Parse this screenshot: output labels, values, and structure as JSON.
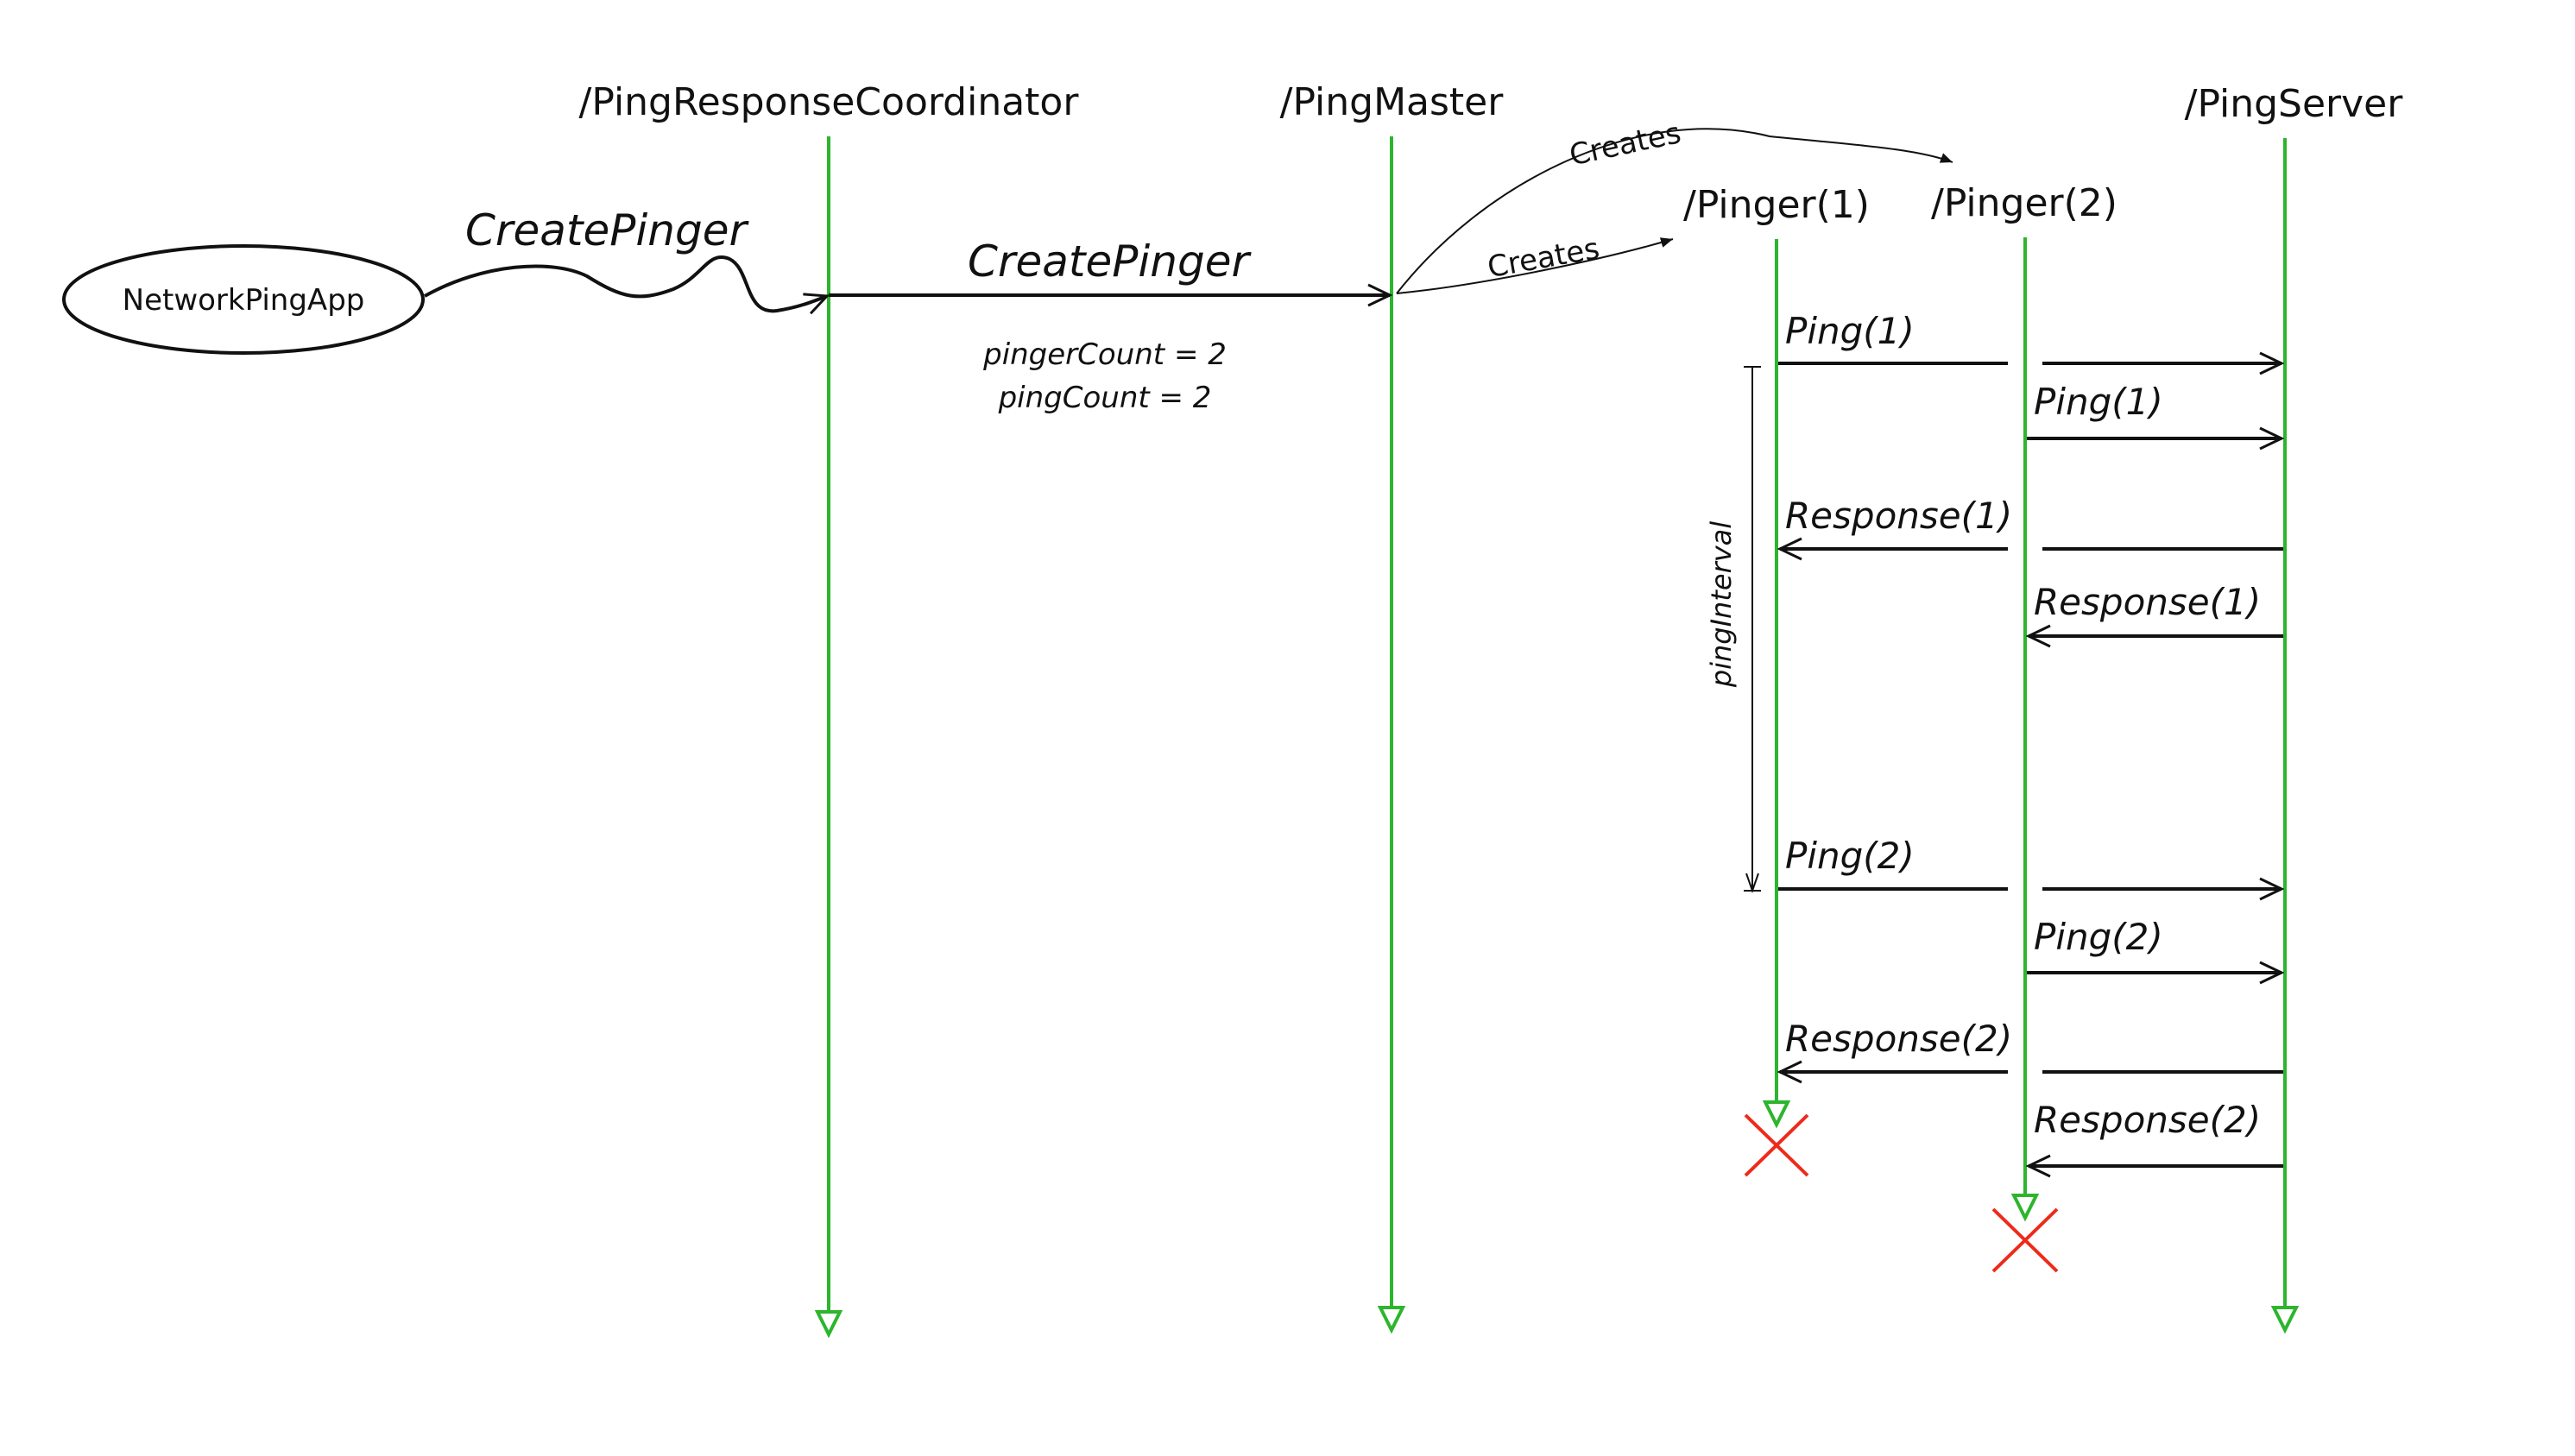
{
  "colors": {
    "lifeline": "#2db52d",
    "arrow": "#111111",
    "destroy": "#ee2a1a"
  },
  "actor": {
    "label": "NetworkPingApp"
  },
  "lifelines": {
    "coordinator": "/PingResponseCoordinator",
    "master": "/PingMaster",
    "pinger1": "/Pinger(1)",
    "pinger2": "/Pinger(2)",
    "server": "/PingServer"
  },
  "messages": {
    "app_create": "CreatePinger",
    "coord_create": "CreatePinger",
    "params": [
      "pingerCount = 2",
      "pingCount = 2"
    ],
    "creates_1": "Creates",
    "creates_2": "Creates",
    "p1_ping1": "Ping(1)",
    "p2_ping1": "Ping(1)",
    "p1_resp1": "Response(1)",
    "p2_resp1": "Response(1)",
    "p1_ping2": "Ping(2)",
    "p2_ping2": "Ping(2)",
    "p1_resp2": "Response(2)",
    "p2_resp2": "Response(2)"
  },
  "interval_label": "pingInterval"
}
